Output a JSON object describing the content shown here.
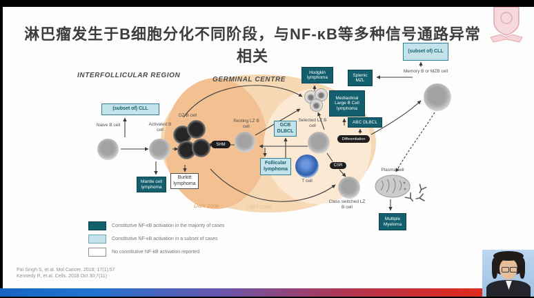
{
  "title": "淋巴瘤发生于B细胞分化不同阶段，与NF-κB等多种信号通路异常相关",
  "diagram": {
    "region_labels": {
      "interfollicular": "INTERFOLLICULAR REGION",
      "germinal_centre": "GERMINAL CENTRE",
      "dark_zone": "Dark zone",
      "light_zone": "Light zone"
    },
    "cell_labels": {
      "naive": "Naive B cell",
      "activated": "Activated B cell",
      "dz": "DZ B cell",
      "resting_lz": "Resting LZ B cell",
      "selected_lz": "Selected LZ B cell",
      "t_cell": "T cell",
      "memory": "Memory B or MZB cell",
      "class_switched": "Class switched LZ B cell",
      "plasma": "Plasma cell"
    },
    "process_labels": {
      "shm": "SHM",
      "csr": "CSR",
      "differentiation": "Differentiation"
    },
    "lymphoma_boxes": {
      "subset_cll_left": "(subset of) CLL",
      "subset_cll_right": "(subset of) CLL",
      "mantle": "Mantle cell lymphoma",
      "burkitt": "Burkitt lymphoma",
      "gcb_dlbcl": "GCB DLBCL",
      "follicular": "Follicular lymphoma",
      "hodgkin": "Hodgkin lymphoma",
      "mediastinal": "Mediastinal Large B Cell lymphoma",
      "abc_dlbcl": "ABC DLBCL",
      "splenic_mzl": "Splenic MZL",
      "multiple_myeloma": "Multiple Myeloma"
    },
    "legend": [
      {
        "style": "majority",
        "label": "Constitutive NF-κB activation in the majority of cases"
      },
      {
        "style": "subset",
        "label": "Constitutive NF-κB activation in a subset of cases"
      },
      {
        "style": "none",
        "label": "No constitutive NF-κB activation reported"
      }
    ],
    "colors": {
      "majority_box": "#135f6d",
      "subset_box_bg": "#c3e2ea",
      "subset_box_border": "#2a7f92",
      "germinal_blob": "#f7d8b4",
      "dark_zone_blob": "#f2c091",
      "zone_label_text": "#d89a5e"
    }
  },
  "citations": [
    "Pal Singh S, et al. Mol Cancer. 2018; 17(1):57",
    "Kennedy R, et al. Cells. 2018 Oct 30;7(11)"
  ],
  "footer": {
    "bar_left_color": "#1565c0",
    "bar_right_color": "#e22d1f"
  }
}
